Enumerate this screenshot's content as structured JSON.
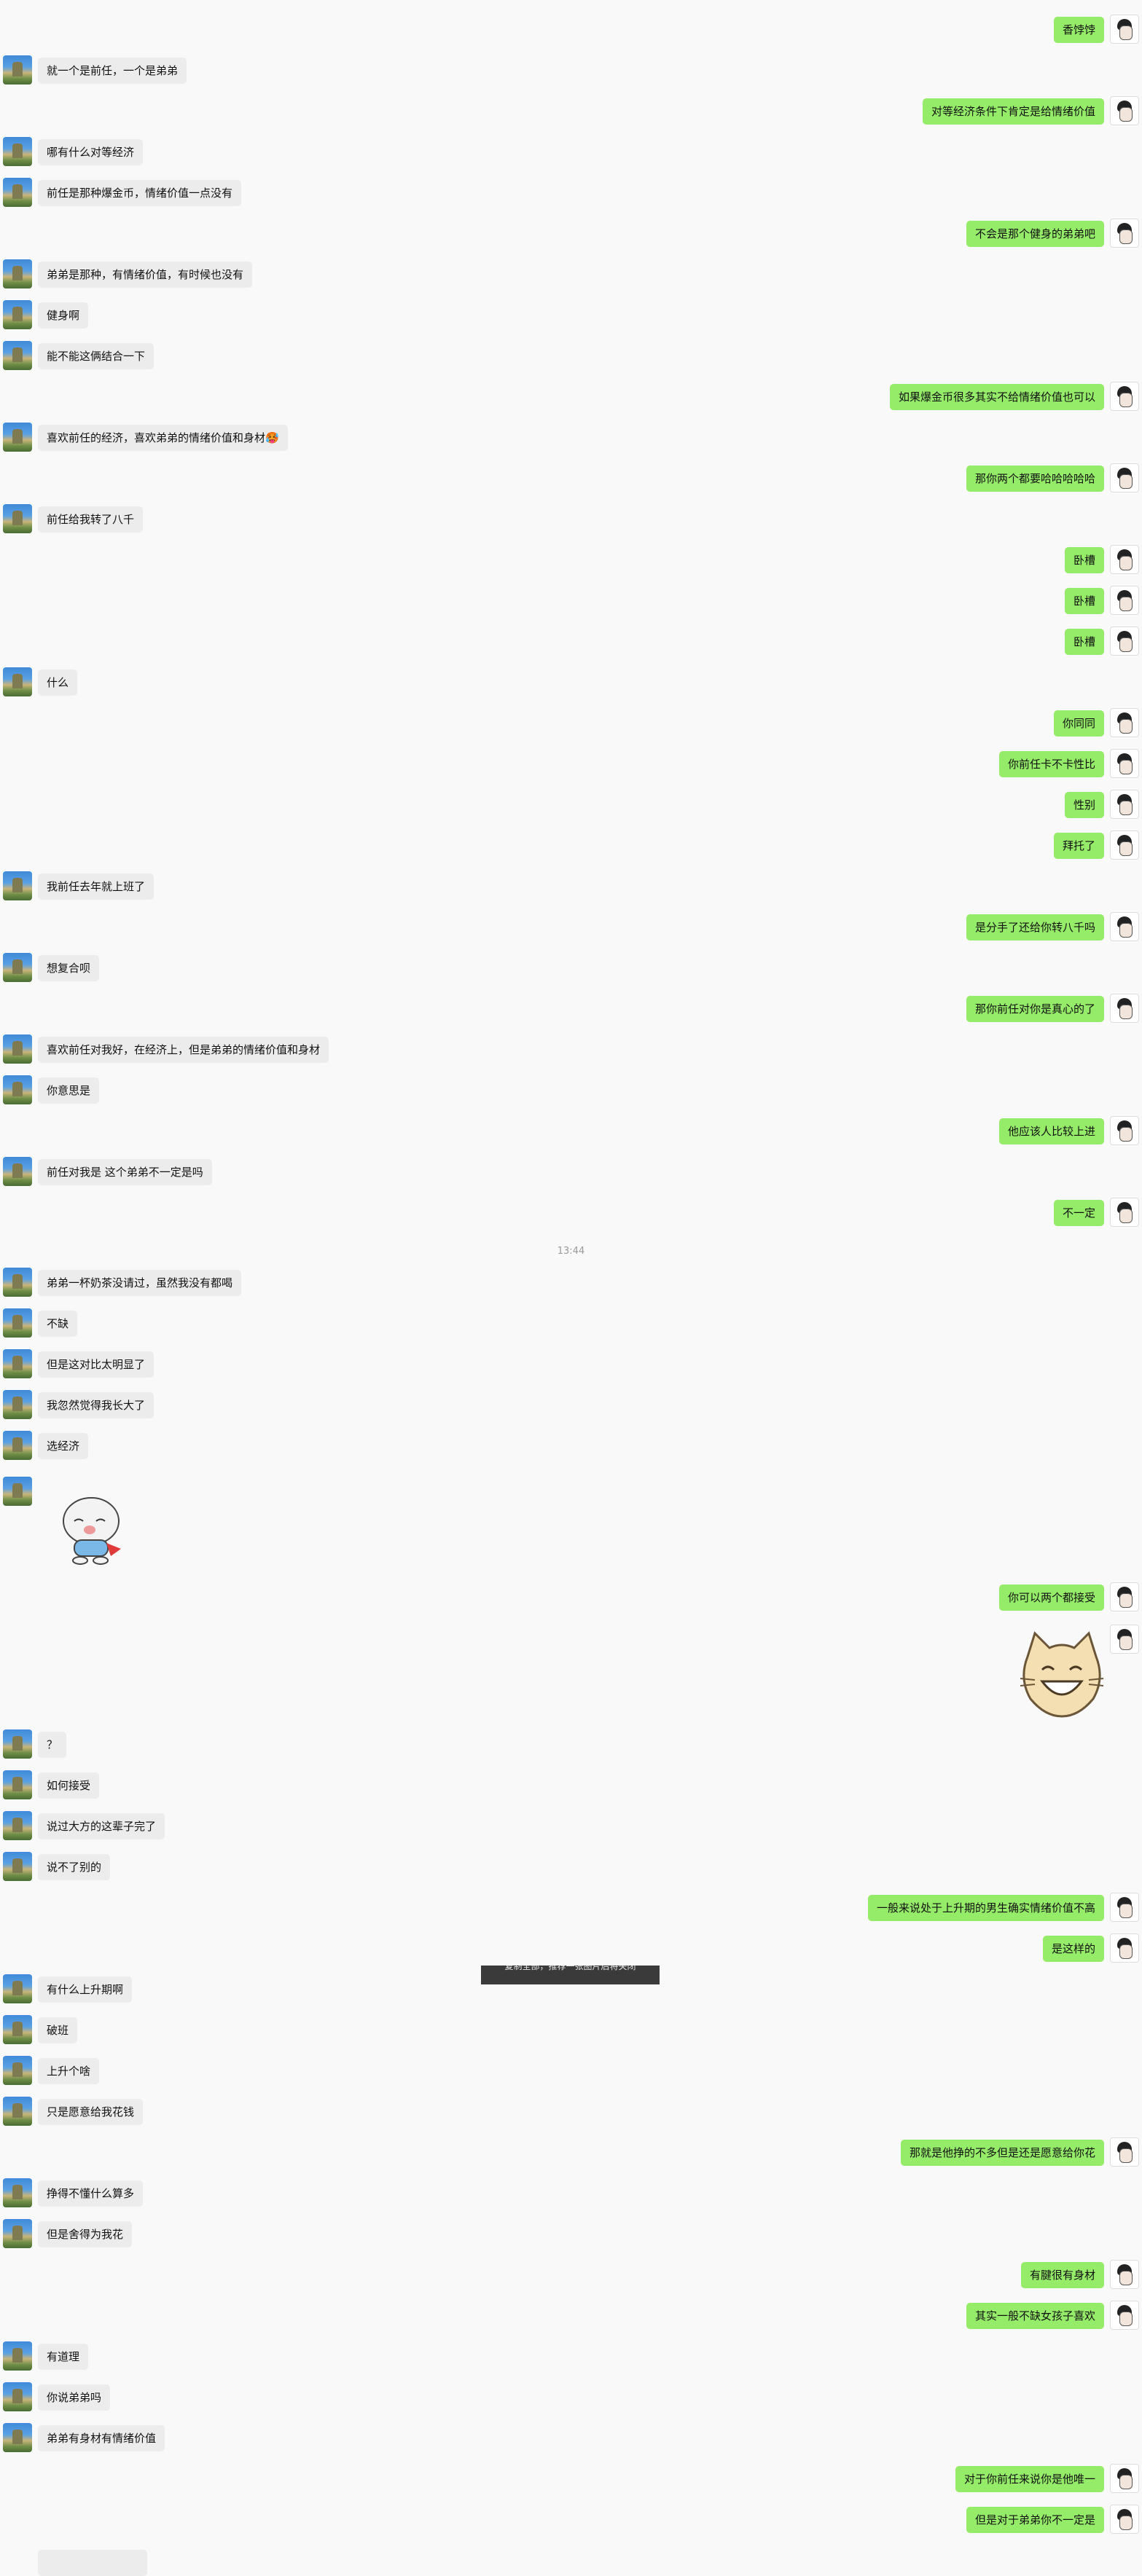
{
  "timestamp": "13:44",
  "tooltip_text": "复制全部，推荐一张图片后将关闭",
  "messages": [
    {
      "side": "right",
      "text": "香饽饽"
    },
    {
      "side": "left",
      "text": "就一个是前任，一个是弟弟"
    },
    {
      "side": "right",
      "text": "对等经济条件下肯定是给情绪价值"
    },
    {
      "side": "left",
      "text": "哪有什么对等经济"
    },
    {
      "side": "left",
      "text": "前任是那种爆金币，情绪价值一点没有"
    },
    {
      "side": "right",
      "text": "不会是那个健身的弟弟吧"
    },
    {
      "side": "left",
      "text": "弟弟是那种，有情绪价值，有时候也没有"
    },
    {
      "side": "left",
      "text": "健身啊"
    },
    {
      "side": "left",
      "text": "能不能这俩结合一下"
    },
    {
      "side": "right",
      "text": "如果爆金币很多其实不给情绪价值也可以"
    },
    {
      "side": "left",
      "text": "喜欢前任的经济，喜欢弟弟的情绪价值和身材🥵"
    },
    {
      "side": "right",
      "text": "那你两个都要哈哈哈哈哈"
    },
    {
      "side": "left",
      "text": "前任给我转了八千"
    },
    {
      "side": "right",
      "text": "卧槽"
    },
    {
      "side": "right",
      "text": "卧槽"
    },
    {
      "side": "right",
      "text": "卧槽"
    },
    {
      "side": "left",
      "text": "什么"
    },
    {
      "side": "right",
      "text": "你同同"
    },
    {
      "side": "right",
      "text": "你前任卡不卡性比"
    },
    {
      "side": "right",
      "text": "性别"
    },
    {
      "side": "right",
      "text": "拜托了"
    },
    {
      "side": "left",
      "text": "我前任去年就上班了"
    },
    {
      "side": "right",
      "text": "是分手了还给你转八千吗"
    },
    {
      "side": "left",
      "text": "想复合呗"
    },
    {
      "side": "right",
      "text": "那你前任对你是真心的了"
    },
    {
      "side": "left",
      "text": "喜欢前任对我好，在经济上，但是弟弟的情绪价值和身材"
    },
    {
      "side": "left",
      "text": "你意思是"
    },
    {
      "side": "right",
      "text": "他应该人比较上进"
    },
    {
      "side": "left",
      "text": "前任对我是 这个弟弟不一定是吗"
    },
    {
      "side": "right",
      "text": "不一定"
    },
    {
      "side": "left",
      "text": "弟弟一杯奶茶没请过，虽然我没有都喝"
    },
    {
      "side": "left",
      "text": "不缺"
    },
    {
      "side": "left",
      "text": "但是这对比太明显了"
    },
    {
      "side": "left",
      "text": "我忽然觉得我长大了"
    },
    {
      "side": "left",
      "text": "选经济"
    },
    {
      "side": "right",
      "text": "你可以两个都接受"
    },
    {
      "side": "left",
      "text": "？"
    },
    {
      "side": "left",
      "text": "如何接受"
    },
    {
      "side": "left",
      "text": "说过大方的这辈子完了"
    },
    {
      "side": "left",
      "text": "说不了别的"
    },
    {
      "side": "right",
      "text": "一般来说处于上升期的男生确实情绪价值不高"
    },
    {
      "side": "right",
      "text": "是这样的"
    },
    {
      "side": "left",
      "text": "有什么上升期啊"
    },
    {
      "side": "left",
      "text": "破班"
    },
    {
      "side": "left",
      "text": "上升个啥"
    },
    {
      "side": "left",
      "text": "只是愿意给我花钱"
    },
    {
      "side": "right",
      "text": "那就是他挣的不多但是还是愿意给你花"
    },
    {
      "side": "left",
      "text": "挣得不懂什么算多"
    },
    {
      "side": "left",
      "text": "但是舍得为我花"
    },
    {
      "side": "right",
      "text": "有腱很有身材"
    },
    {
      "side": "right",
      "text": "其实一般不缺女孩子喜欢"
    },
    {
      "side": "left",
      "text": "有道理"
    },
    {
      "side": "left",
      "text": "你说弟弟吗"
    },
    {
      "side": "left",
      "text": "弟弟有身材有情绪价值"
    },
    {
      "side": "right",
      "text": "对于你前任来说你是他唯一"
    },
    {
      "side": "right",
      "text": "但是对于弟弟你不一定是"
    }
  ],
  "stickers": [
    {
      "side": "left",
      "name": "bear-sticker"
    },
    {
      "side": "right",
      "name": "cat-sticker"
    }
  ]
}
